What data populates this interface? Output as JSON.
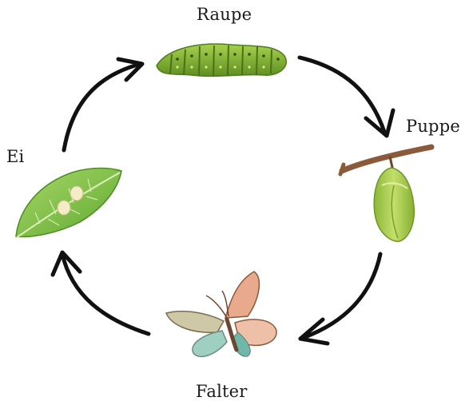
{
  "stages": {
    "raupe": "Raupe",
    "puppe": "Puppe",
    "falter": "Falter",
    "ei": "Ei"
  },
  "colors": {
    "arrow": "#111111",
    "leaf": "#8bc34a",
    "caterpillar": "#8fbf3a",
    "chrysalis": "#a6c94a",
    "branch": "#8a5a3a",
    "wing_peach": "#e9a98c",
    "wing_teal": "#6fb7a8"
  }
}
